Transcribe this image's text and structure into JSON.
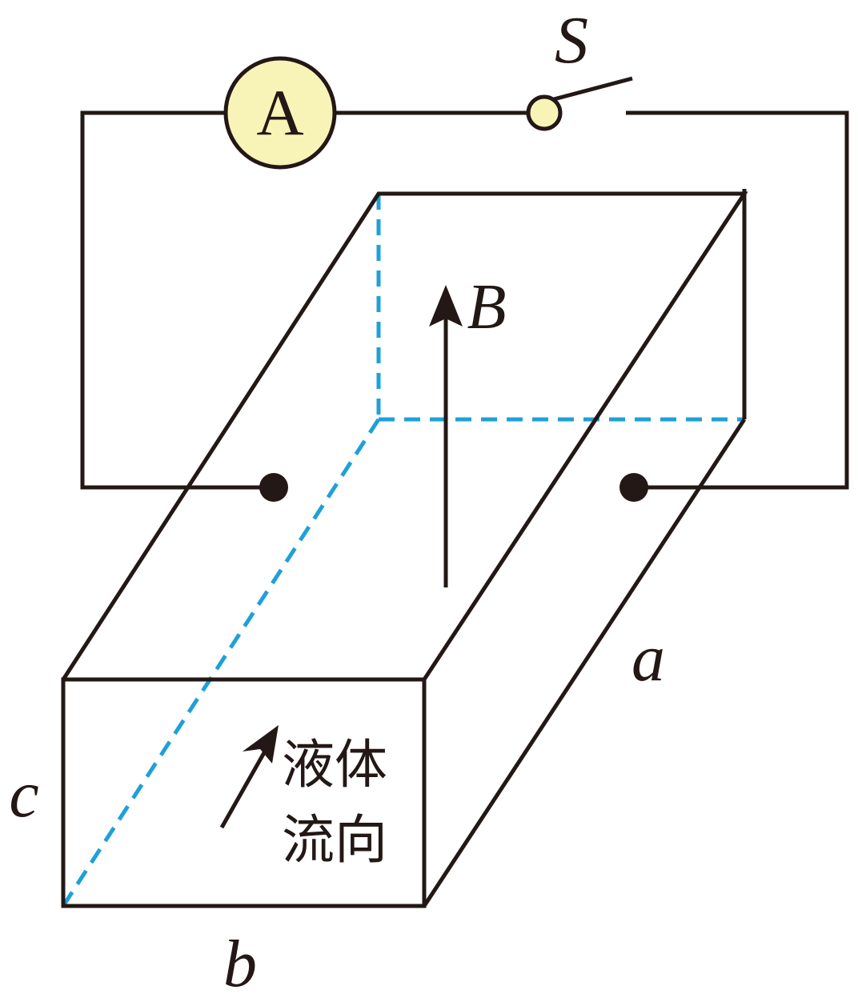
{
  "labels": {
    "ammeter": "A",
    "switch": "S",
    "field": "B",
    "length": "a",
    "width": "b",
    "height": "c",
    "flow_line1": "液体",
    "flow_line2": "流向"
  },
  "colors": {
    "line": "#231815",
    "hidden_edge": "#1fa0d8",
    "ammeter_fill": "#f8f4b8",
    "switch_fill": "#f8f4b8"
  }
}
